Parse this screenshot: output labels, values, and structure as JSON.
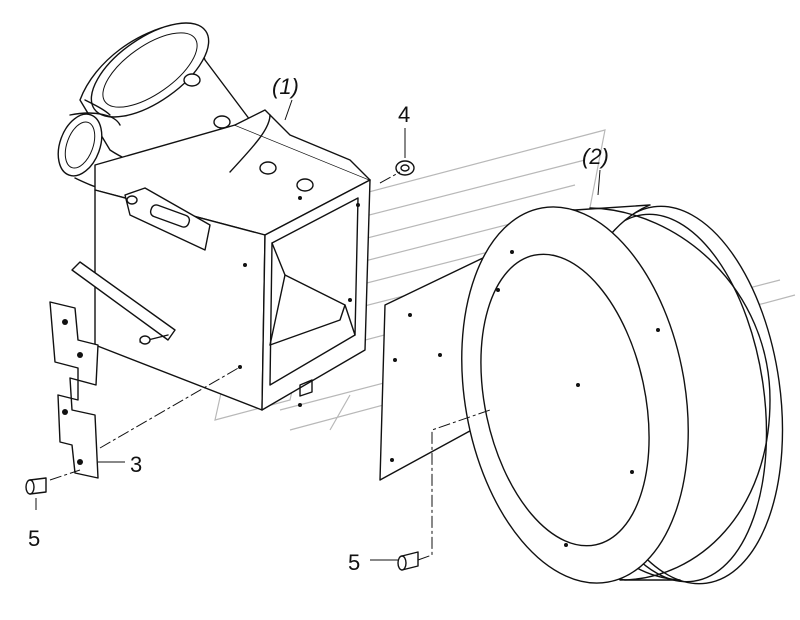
{
  "labels": {
    "part1": "(1)",
    "part2": "(2)",
    "part3": "3",
    "part4": "4",
    "part5_left": "5",
    "part5_bottom": "5"
  },
  "colors": {
    "line": "#111111",
    "background": "#ffffff",
    "watermark": "#b8b8b8"
  }
}
